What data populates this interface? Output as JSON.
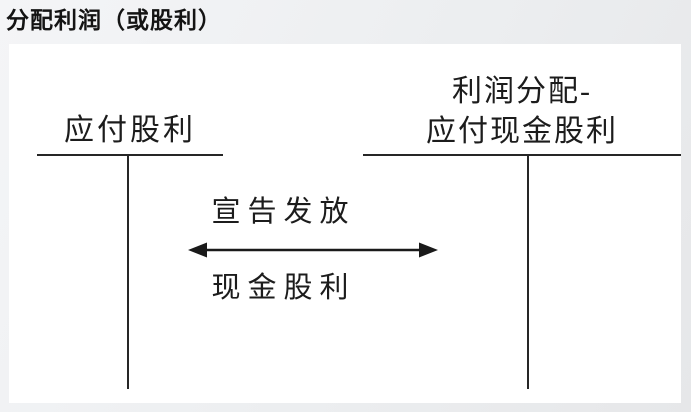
{
  "page": {
    "title": "分配利润（或股利）"
  },
  "diagram": {
    "left_account": {
      "label": "应付股利"
    },
    "right_account": {
      "label_line1": "利润分配-",
      "label_line2": "应付现金股利"
    },
    "flow": {
      "label_top": "宣告发放",
      "label_bottom": "现金股利",
      "arrow_icon": "left-right-double-arrow"
    },
    "colors": {
      "text": "#1c1c1c",
      "line": "#262626",
      "panel_background": "#ffffff",
      "page_background_light": "#f4f5f7",
      "page_background_dark": "#e6e7e9"
    }
  }
}
